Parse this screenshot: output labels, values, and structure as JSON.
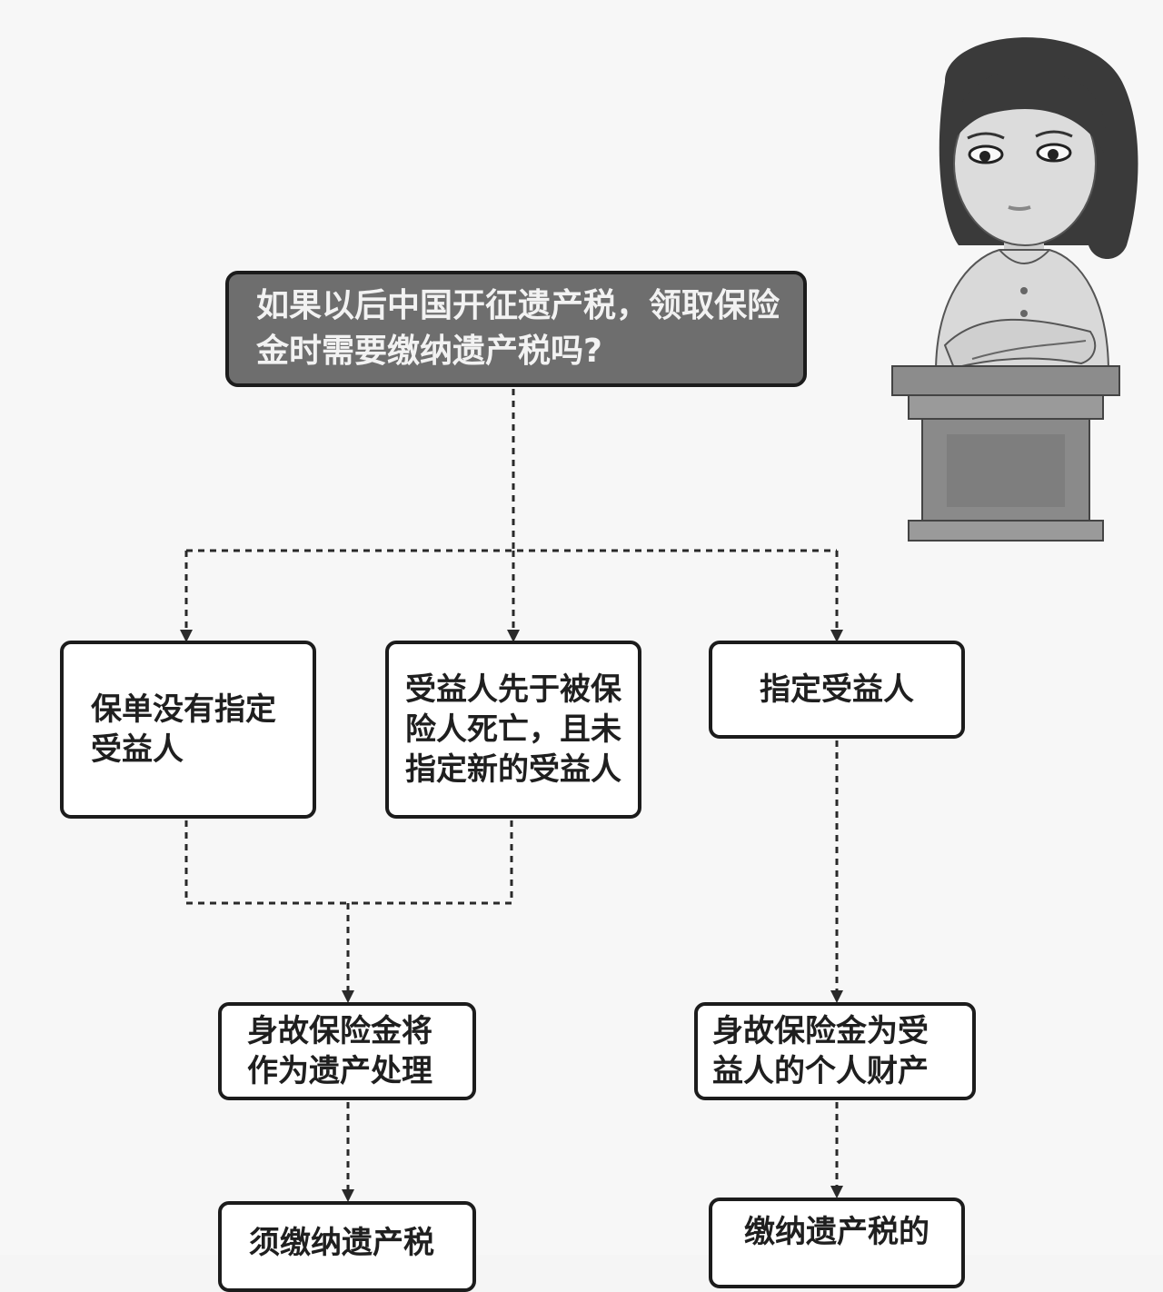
{
  "question": "如果以后中国开征遗产税，领取保险金时需要缴纳遗产税吗?",
  "branches": {
    "no_beneficiary": "保单没有指定受益人",
    "beneficiary_died_first": "受益人先于被保险人死亡，且未指定新的受益人",
    "designated_beneficiary": "指定受益人"
  },
  "outcomes": {
    "as_estate": "身故保险金将作为遗产处理",
    "personal_property": "身故保险金为受益人的个人财产",
    "must_pay_tax": "须缴纳遗产税",
    "pay_tax_partial": "缴纳遗产税的"
  },
  "colors": {
    "background": "#f7f7f7",
    "box_border": "#1c1c1c",
    "title_fill": "#6e6e6e",
    "title_text": "#f2f2f2",
    "connector": "#2a2a2a"
  },
  "illustration": "woman-at-podium"
}
